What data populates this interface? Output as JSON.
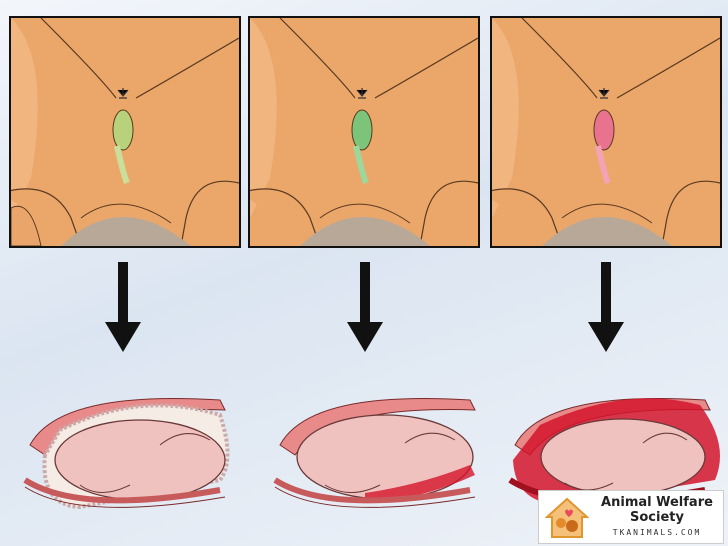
{
  "panels": [
    {
      "discharge": "green-tinged",
      "color": "#b7d27a"
    },
    {
      "discharge": "green",
      "color": "#7cc47a"
    },
    {
      "discharge": "red-pink",
      "color": "#e9738f"
    }
  ],
  "icons": {
    "arrow": "down-arrow-icon",
    "logo": "house-pets-logo"
  },
  "badge": {
    "line1": "Animal Welfare",
    "line2": "Society",
    "url": "TKANIMALS.COM"
  },
  "colors": {
    "skin": "#e9a56a",
    "uterus": "#e88a8a",
    "fetus": "#efc2bf",
    "blood": "#d4142a"
  }
}
